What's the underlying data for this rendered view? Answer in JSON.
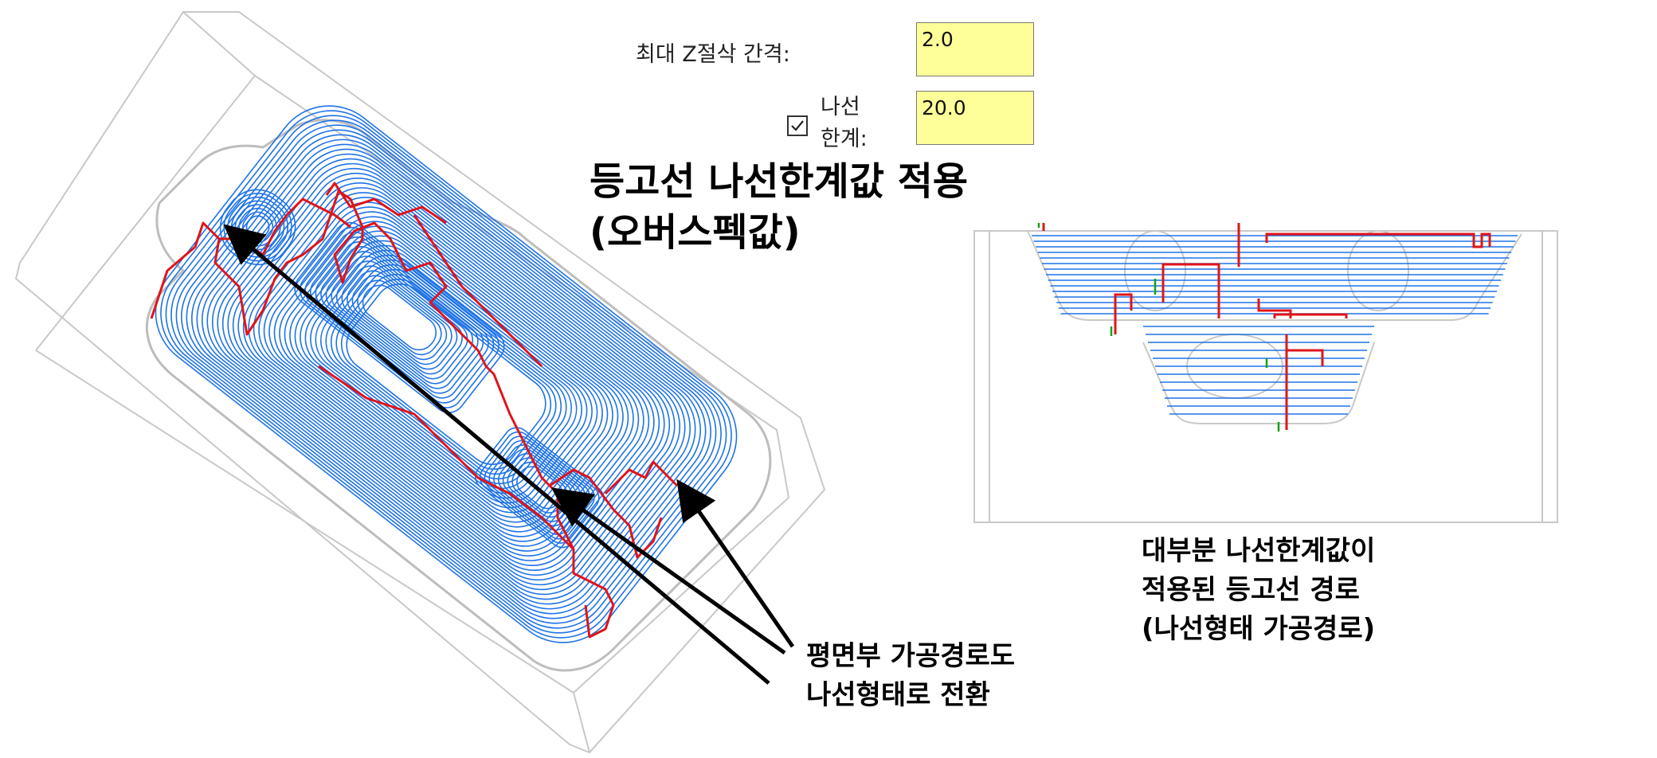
{
  "params": {
    "max_z_label": "최대 Z절삭 간격:",
    "max_z_value": "2.0",
    "spiral_label_line1": "나선",
    "spiral_label_line2": "한계:",
    "spiral_checked": true,
    "spiral_value": "20.0"
  },
  "heading": {
    "line1": "등고선 나선한계값 적용",
    "line2": "(오버스펙값)"
  },
  "callouts": {
    "flat_line1": "평면부 가공경로도",
    "flat_line2": "나선형태로 전환",
    "side_line1": "대부분 나선한계값이",
    "side_line2": "적용된 등고선 경로",
    "side_line3": "(나선형태 가공경로)"
  },
  "colors": {
    "toolpath": "#1e73e8",
    "link": "#e0141a",
    "wire": "#c8c8c8",
    "field": "#ffff99",
    "arrow": "#000000"
  }
}
